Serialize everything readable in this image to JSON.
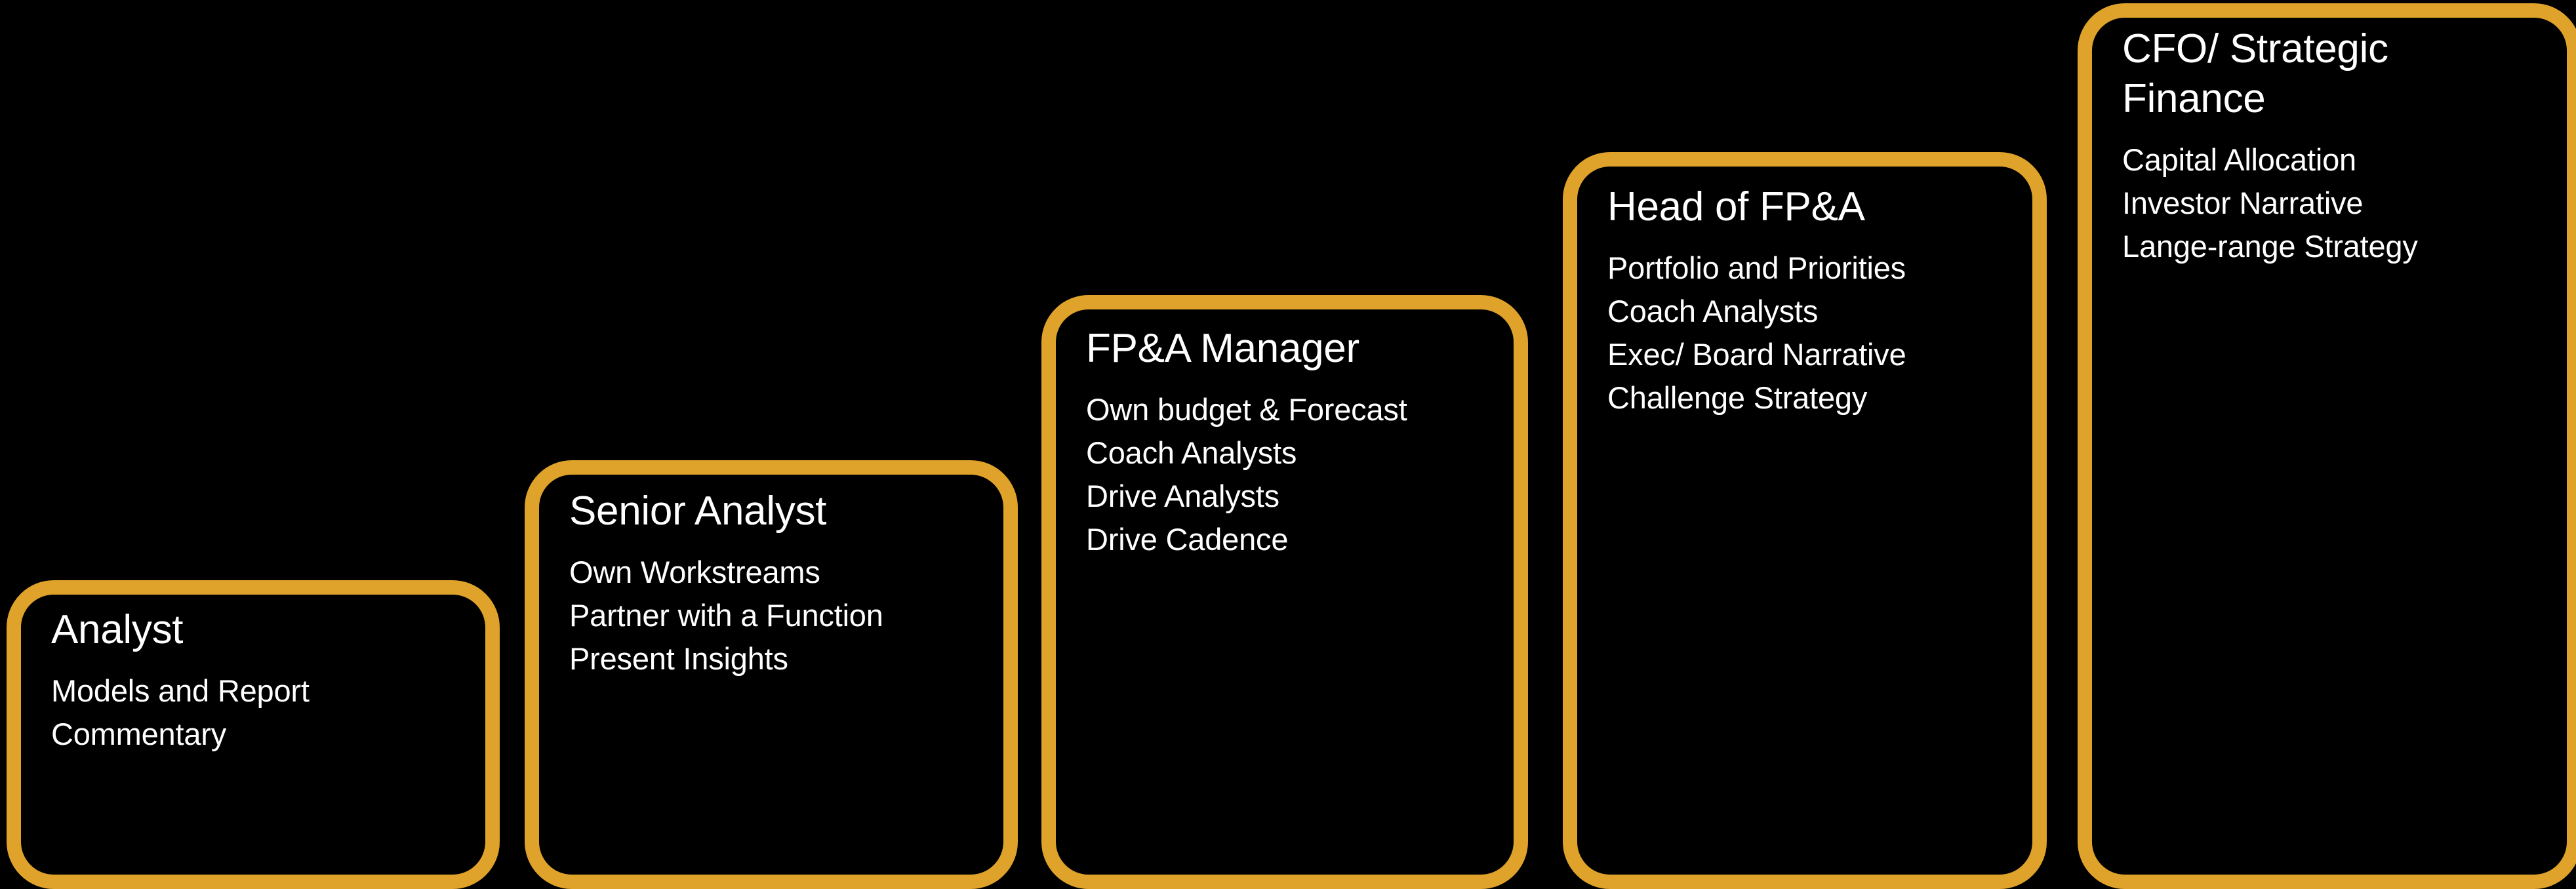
{
  "diagram": {
    "type": "staircase-progression",
    "background_color": "#000000",
    "accent_color": "#DFA22A",
    "text_color": "#FFFFFF",
    "steps": [
      {
        "title": "Analyst",
        "lines": [
          "Models and Report",
          "Commentary"
        ]
      },
      {
        "title": "Senior Analyst",
        "lines": [
          "Own Workstreams",
          "Partner with a Function",
          "Present Insights"
        ]
      },
      {
        "title": "FP&A Manager",
        "lines": [
          "Own budget & Forecast",
          "Coach Analysts",
          "Drive Analysts",
          "Drive Cadence"
        ]
      },
      {
        "title": "Head of FP&A",
        "lines": [
          "Portfolio and Priorities",
          "Coach Analysts",
          "Exec/ Board Narrative",
          "Challenge Strategy"
        ]
      },
      {
        "title": "CFO/ Strategic\nFinance",
        "lines": [
          "Capital Allocation",
          "Investor Narrative",
          "Lange-range Strategy"
        ]
      }
    ]
  }
}
